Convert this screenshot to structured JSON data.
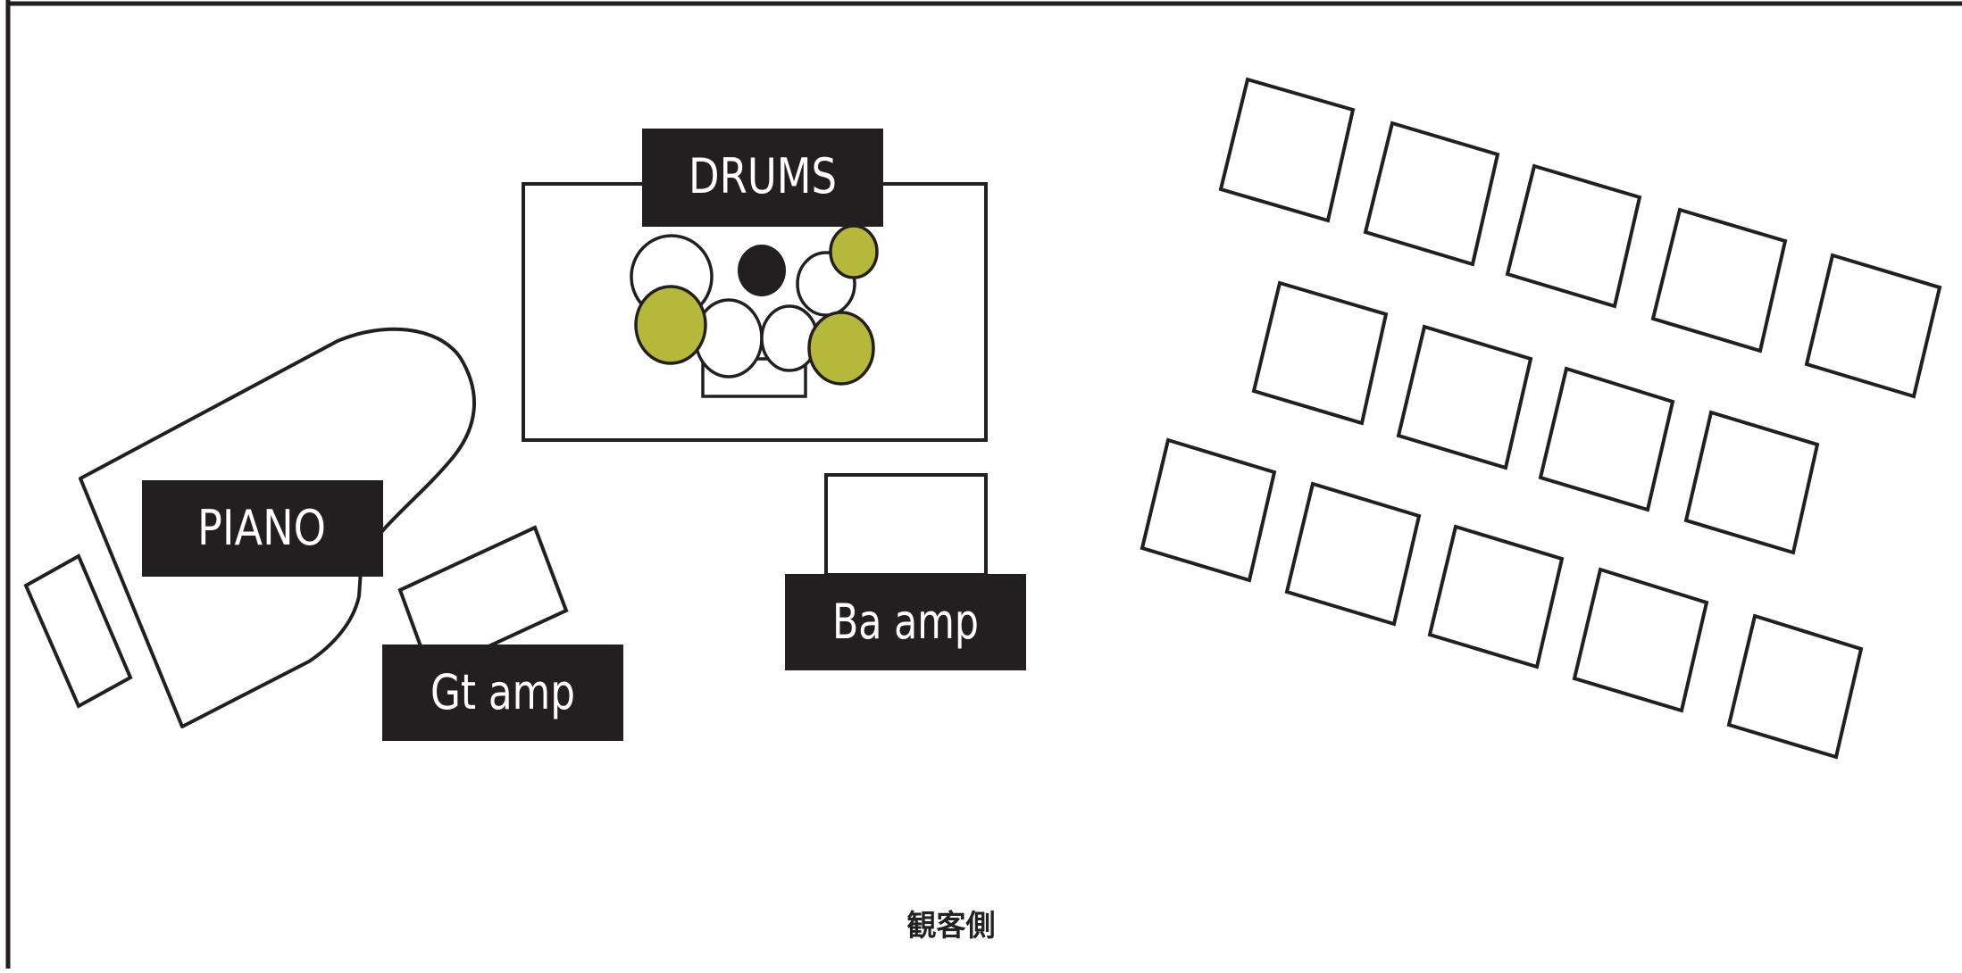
{
  "labels": {
    "drums": "DRUMS",
    "piano": "PIANO",
    "gt_amp": "Gt amp",
    "ba_amp": "Ba amp"
  },
  "footer": {
    "audience_side": "観客側"
  },
  "colors": {
    "stroke": "#231f20",
    "label_bg": "#231f20",
    "label_text": "#ffffff",
    "cymbal": "#b5b83a",
    "background": "#ffffff"
  }
}
